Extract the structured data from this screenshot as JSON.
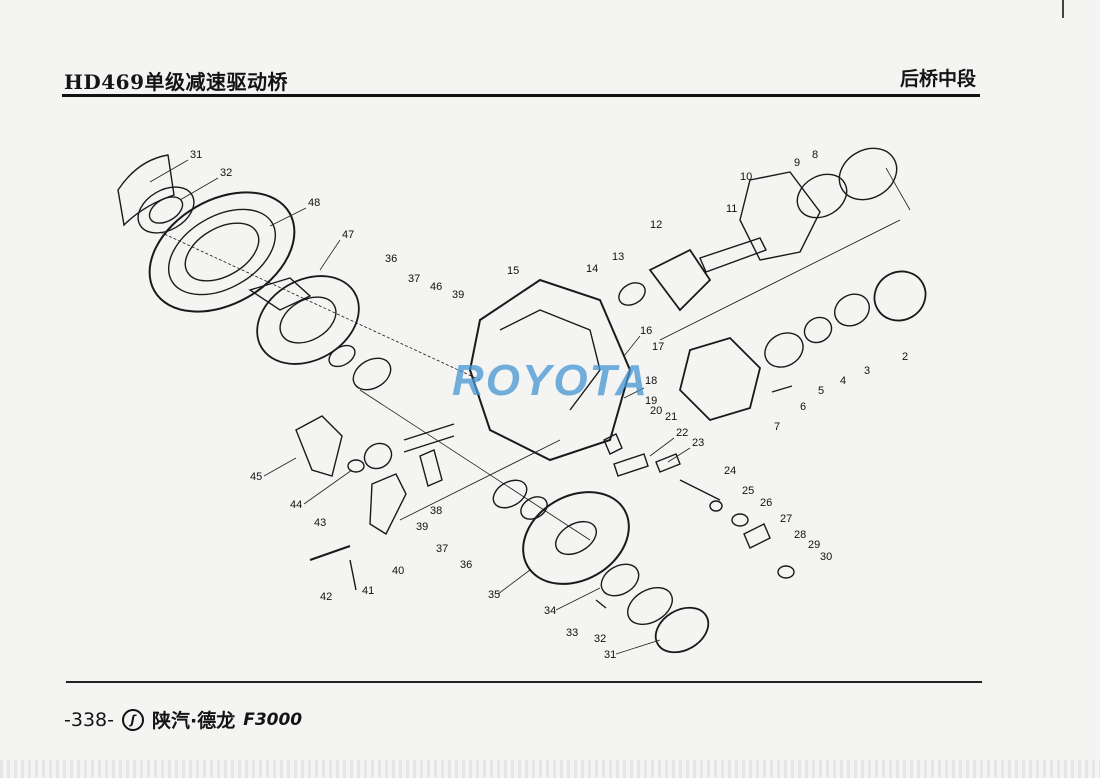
{
  "header": {
    "title_left": "HD469单级减速驱动桥",
    "title_right": "后桥中段"
  },
  "footer": {
    "page_number": "-338-",
    "brand": "陕汽·德龙",
    "model": "F3000"
  },
  "watermark": "ROYOTA",
  "callouts": [
    "31",
    "32",
    "48",
    "47",
    "36",
    "37",
    "46",
    "39",
    "15",
    "14",
    "13",
    "12",
    "11",
    "10",
    "9",
    "8",
    "16",
    "17",
    "18",
    "19",
    "20",
    "21",
    "22",
    "23",
    "24",
    "25",
    "26",
    "27",
    "28",
    "29",
    "30",
    "2",
    "3",
    "4",
    "5",
    "6",
    "7",
    "45",
    "44",
    "43",
    "38",
    "39",
    "40",
    "41",
    "42",
    "37",
    "36",
    "35",
    "34",
    "33",
    "32",
    "31"
  ]
}
